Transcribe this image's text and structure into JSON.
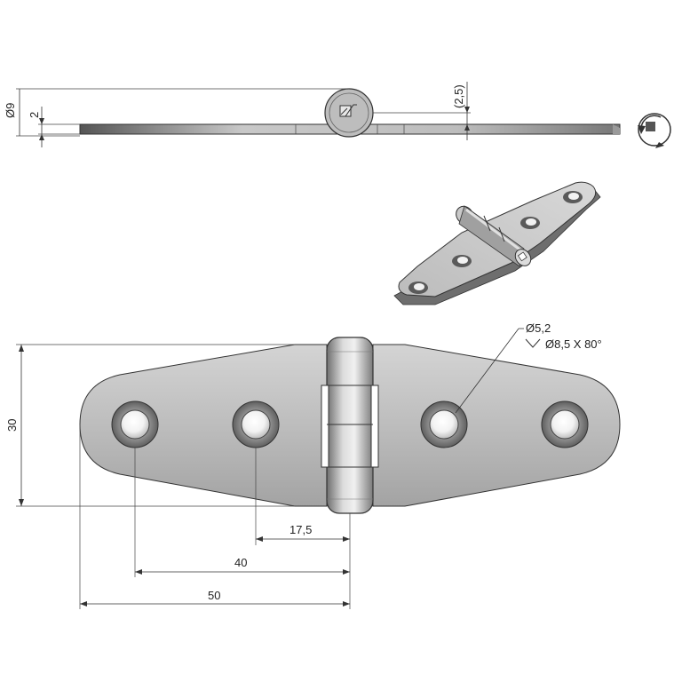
{
  "figure": {
    "side_view": {
      "dim_diameter": "Ø9",
      "dim_thickness": "2",
      "dim_offset": "(2,5)"
    },
    "plan_view": {
      "dim_height": "30",
      "dim_hole_diameter": "Ø5,2",
      "dim_countersink": "Ø8,5 X 80°",
      "dim_hinge_to_inner_hole": "17,5",
      "dim_hinge_to_outer_hole": "40",
      "dim_hinge_to_edge": "50"
    },
    "icons": {
      "view_rotate": "rotate-view-icon"
    },
    "colors": {
      "metal_light": "#d9d9d9",
      "metal_mid": "#a6a6a6",
      "metal_dark": "#6b6b6b",
      "line": "#333333"
    }
  }
}
